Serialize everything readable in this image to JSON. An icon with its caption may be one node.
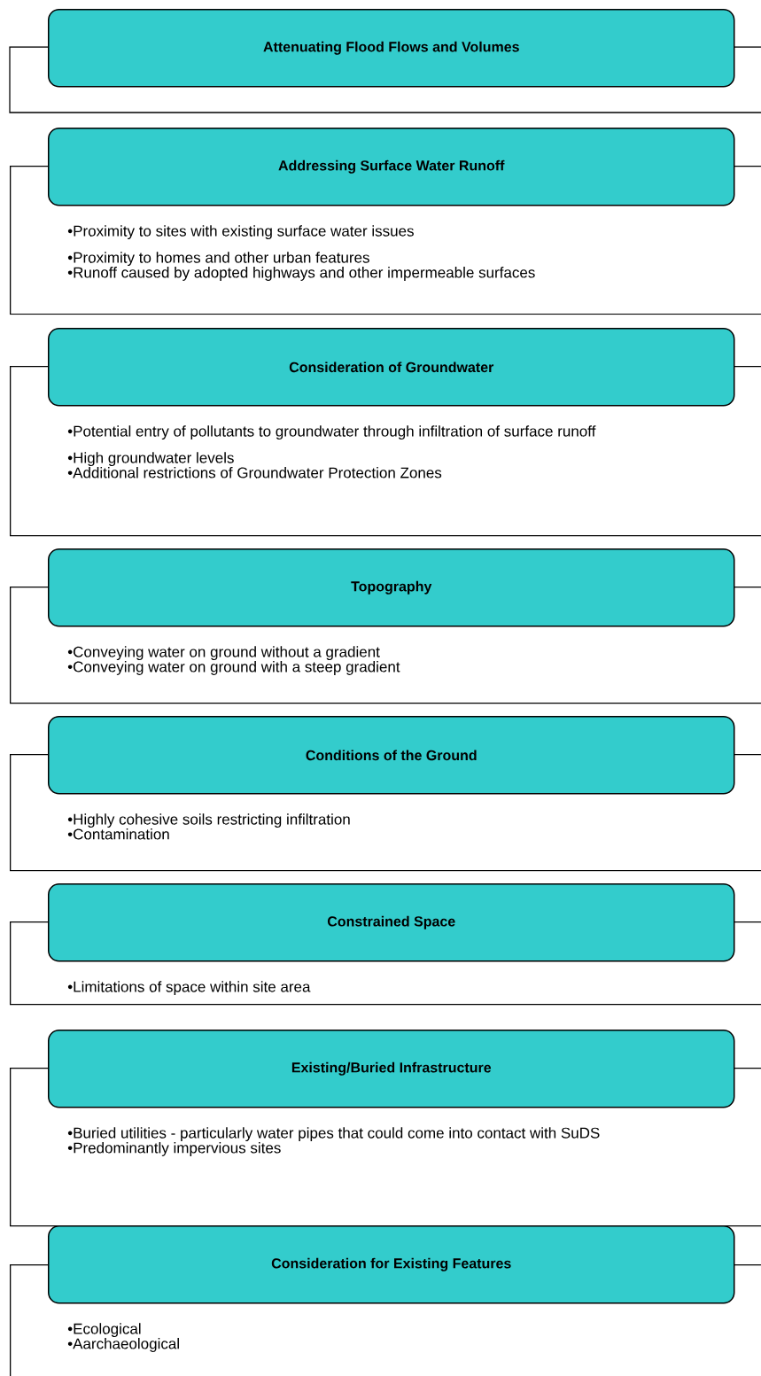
{
  "diagram": {
    "nodes": [
      {
        "text": [
          "Attenuating Flood Flows and Volumes"
        ]
      },
      {
        "text": [
          "Addressing Surface Water Runoff"
        ]
      },
      {
        "text": [
          "•Proximity to sites with existing surface water issues",
          "•Proximity to homes and other urban features",
          "•Runoff caused by adopted highways and other impermeable surfaces"
        ]
      },
      {
        "text": [
          "Consideration of Groundwater"
        ]
      },
      {
        "text": [
          "•Potential entry of pollutants to groundwater through infiltration of surface runoff",
          "•High groundwater levels",
          "•Additional restrictions of Groundwater Protection Zones"
        ]
      },
      {
        "text": [
          "Topography"
        ]
      },
      {
        "text": [
          "•Conveying water on ground without a gradient",
          "•Conveying water on ground with a steep gradient"
        ]
      },
      {
        "text": [
          "Conditions of the Ground"
        ]
      },
      {
        "text": [
          "•Highly cohesive soils restricting infiltration",
          "•Contamination"
        ]
      },
      {
        "text": [
          "Constrained Space"
        ]
      },
      {
        "text": [
          "•Limitations of space within site area"
        ]
      },
      {
        "text": [
          "Existing/Buried Infrastructure"
        ]
      },
      {
        "text": [
          "•Buried utilities - particularly water pipes that could come into contact with SuDS",
          "•Predominantly impervious sites"
        ]
      },
      {
        "text": [
          "Consideration for Existing Features"
        ]
      },
      {
        "text": [
          "•Ecological",
          "•Aarchaeological"
        ]
      }
    ]
  }
}
